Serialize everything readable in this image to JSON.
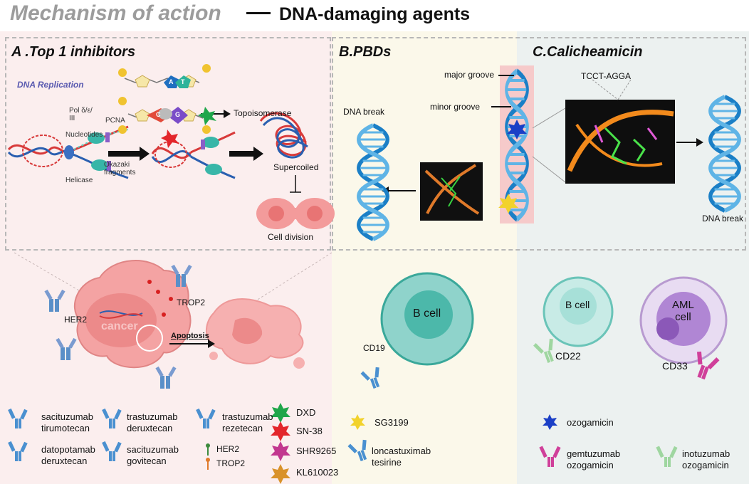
{
  "header": {
    "title": "Mechanism of action",
    "subtitle": "DNA-damaging agents"
  },
  "panel_a": {
    "title": "A .Top 1 inhibitors",
    "replication_label": "DNA Replication",
    "pol_label": "Pol δ/ε/\nIII",
    "pcna_label": "PCNA",
    "nucleotides_label": "Nucleotides",
    "helicase_label": "Helicase",
    "okazaki_label": "Okazaki\nfragments",
    "topoisomerase_label": "Topoisomerase",
    "supercoiled_label": "Supercoiled",
    "cell_division_label": "Cell division",
    "base_letters": [
      "A",
      "T",
      "C",
      "G"
    ],
    "her2_label": "HER2",
    "trop2_label": "TROP2",
    "cancer_label": "cancer",
    "apoptosis_label": "Apoptosis"
  },
  "panel_b": {
    "title": "B.PBDs",
    "major_groove": "major groove",
    "minor_groove": "minor groove",
    "dna_break": "DNA break",
    "cell_label": "B cell",
    "receptor_label": "CD19"
  },
  "panel_c": {
    "title": "C.Calicheamicin",
    "sequence": "TCCT-AGGA",
    "dna_break": "DNA break",
    "bcell_label": "B cell",
    "cd22_label": "CD22",
    "aml_label": "AML\ncell",
    "cd33_label": "CD33"
  },
  "legend": {
    "drugs_a": [
      {
        "name": "sacituzumab\ntirumotecan"
      },
      {
        "name": "trastuzumab\nderuxtecan"
      },
      {
        "name": "trastuzumab\nrezetecan"
      },
      {
        "name": "datopotamab\nderuxtecan"
      },
      {
        "name": "sacituzumab\ngovitecan"
      }
    ],
    "targets": [
      "HER2",
      "TROP2"
    ],
    "payloads": [
      {
        "name": "DXD",
        "color": "#1fa64a"
      },
      {
        "name": "SN-38",
        "color": "#e3262b"
      },
      {
        "name": "SHR9265",
        "color": "#c2378f"
      },
      {
        "name": "KL610023",
        "color": "#d9922a"
      }
    ],
    "b_payload": "SG3199",
    "b_drug": "loncastuximab\ntesirine",
    "c_payload": "ozogamicin",
    "c_drugs": [
      "gemtuzumab\nozogamicin",
      "inotuzumab\nozogamicin"
    ]
  },
  "colors": {
    "panel_a_bg": "#fbeeee",
    "panel_b_bg": "#fbf8ea",
    "panel_c_bg": "#ecf1f0",
    "dna_blue": "#1b7fc6",
    "cancer_pink": "#f4a3a3",
    "bcell_teal": "#62c4b8",
    "aml_purple": "#b89ad0"
  }
}
